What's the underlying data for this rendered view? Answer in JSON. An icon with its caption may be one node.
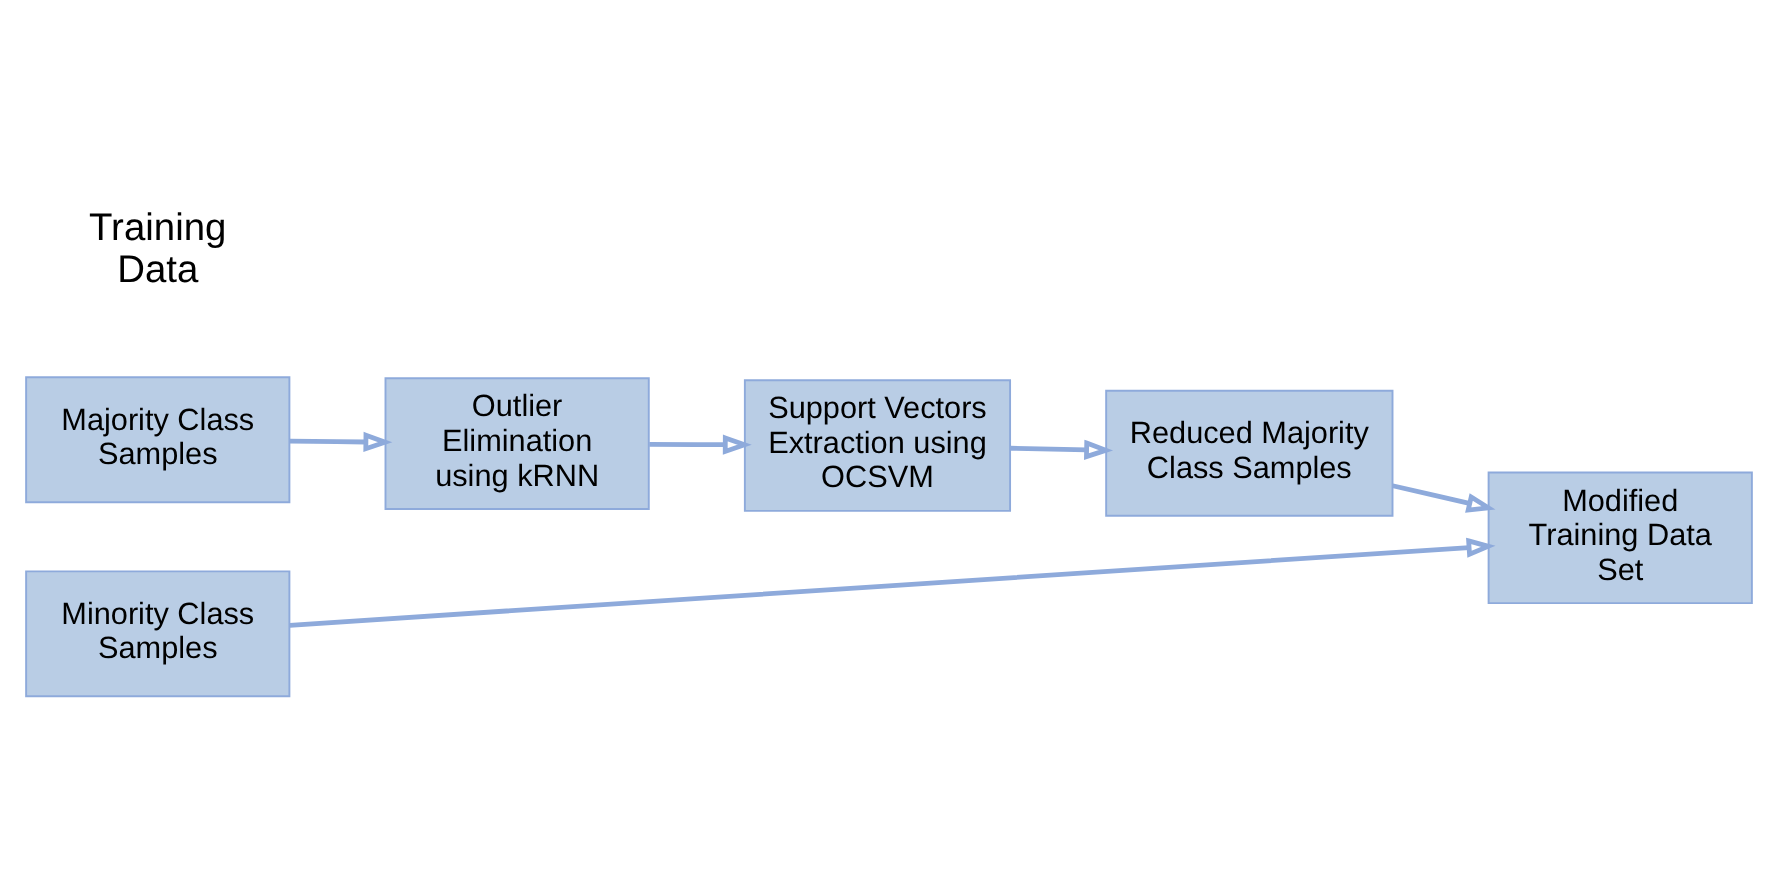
{
  "diagram": {
    "nodes": [
      {
        "text": [
          "Majority Class Samples"
        ]
      },
      {
        "text": [
          "Minority Class Samples"
        ]
      },
      {
        "text": [
          "Outlier Elimination using kRNN"
        ]
      },
      {
        "text": [
          "Support Vectors Extraction using OCSVM"
        ]
      },
      {
        "text": [
          "Reduced Majority Class Samples"
        ]
      },
      {
        "text": [
          "Modified Training Data Set"
        ]
      }
    ],
    "edges": [
      {
        "from": 0,
        "to": 2,
        "arrow": "to"
      },
      {
        "from": 2,
        "to": 3,
        "arrow": "to"
      },
      {
        "from": 3,
        "to": 4,
        "arrow": "to"
      },
      {
        "from": 1,
        "to": 5,
        "arrow": "to"
      },
      {
        "from": 4,
        "to": 5,
        "arrow": "to"
      }
    ],
    "labels": [
      "Training Data"
    ]
  }
}
